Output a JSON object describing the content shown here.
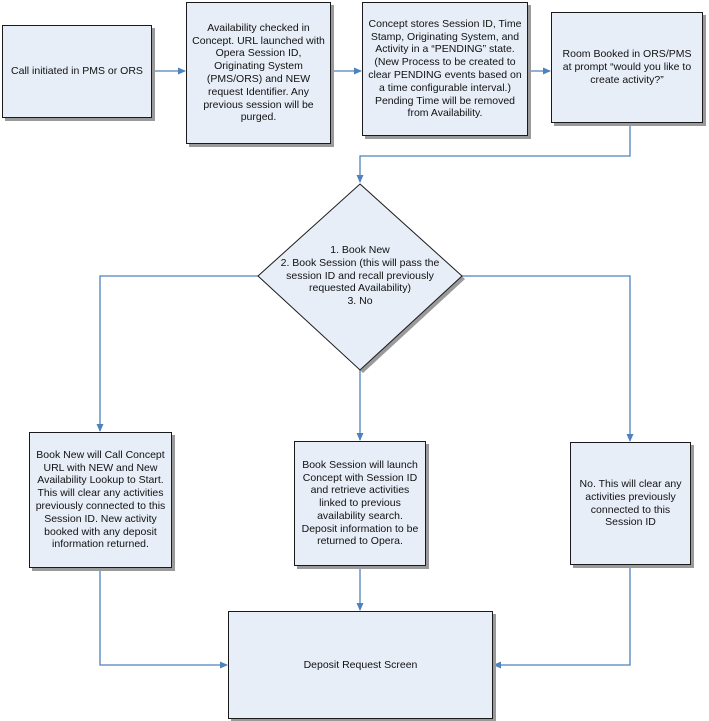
{
  "colors": {
    "box_fill": "#e8eef8",
    "connector": "#4f81bd",
    "border": "#1a1a1a",
    "shadow": "#9a9a9a"
  },
  "nodes": {
    "call_initiated": "Call initiated in PMS or ORS",
    "availability_checked": "Availability checked in Concept. URL launched with Opera Session ID, Originating System (PMS/ORS) and NEW request Identifier. Any previous session will be purged.",
    "concept_stores": "Concept stores Session ID, Time Stamp, Originating System, and Activity in a “PENDING” state. (New Process to be created to clear PENDING events based on a time configurable interval.) Pending Time will be removed from Availability.",
    "room_booked": "Room Booked in ORS/PMS at prompt “would you like to create activity?”",
    "decision": {
      "line1": "1. Book New",
      "line2": "2. Book Session (this will pass the session ID and recall previously requested Availability)",
      "line3": "3. No"
    },
    "book_new": "Book New will Call Concept URL with NEW and New Availability Lookup to Start. This will clear any activities previously connected to this Session ID. New activity booked with any deposit information returned.",
    "book_session": "Book Session will launch Concept with Session ID and retrieve activities linked to previous availability search. Deposit information to be returned to Opera.",
    "no_option": "No. This will clear any activities previously connected to this Session ID",
    "deposit_request": "Deposit Request Screen"
  }
}
